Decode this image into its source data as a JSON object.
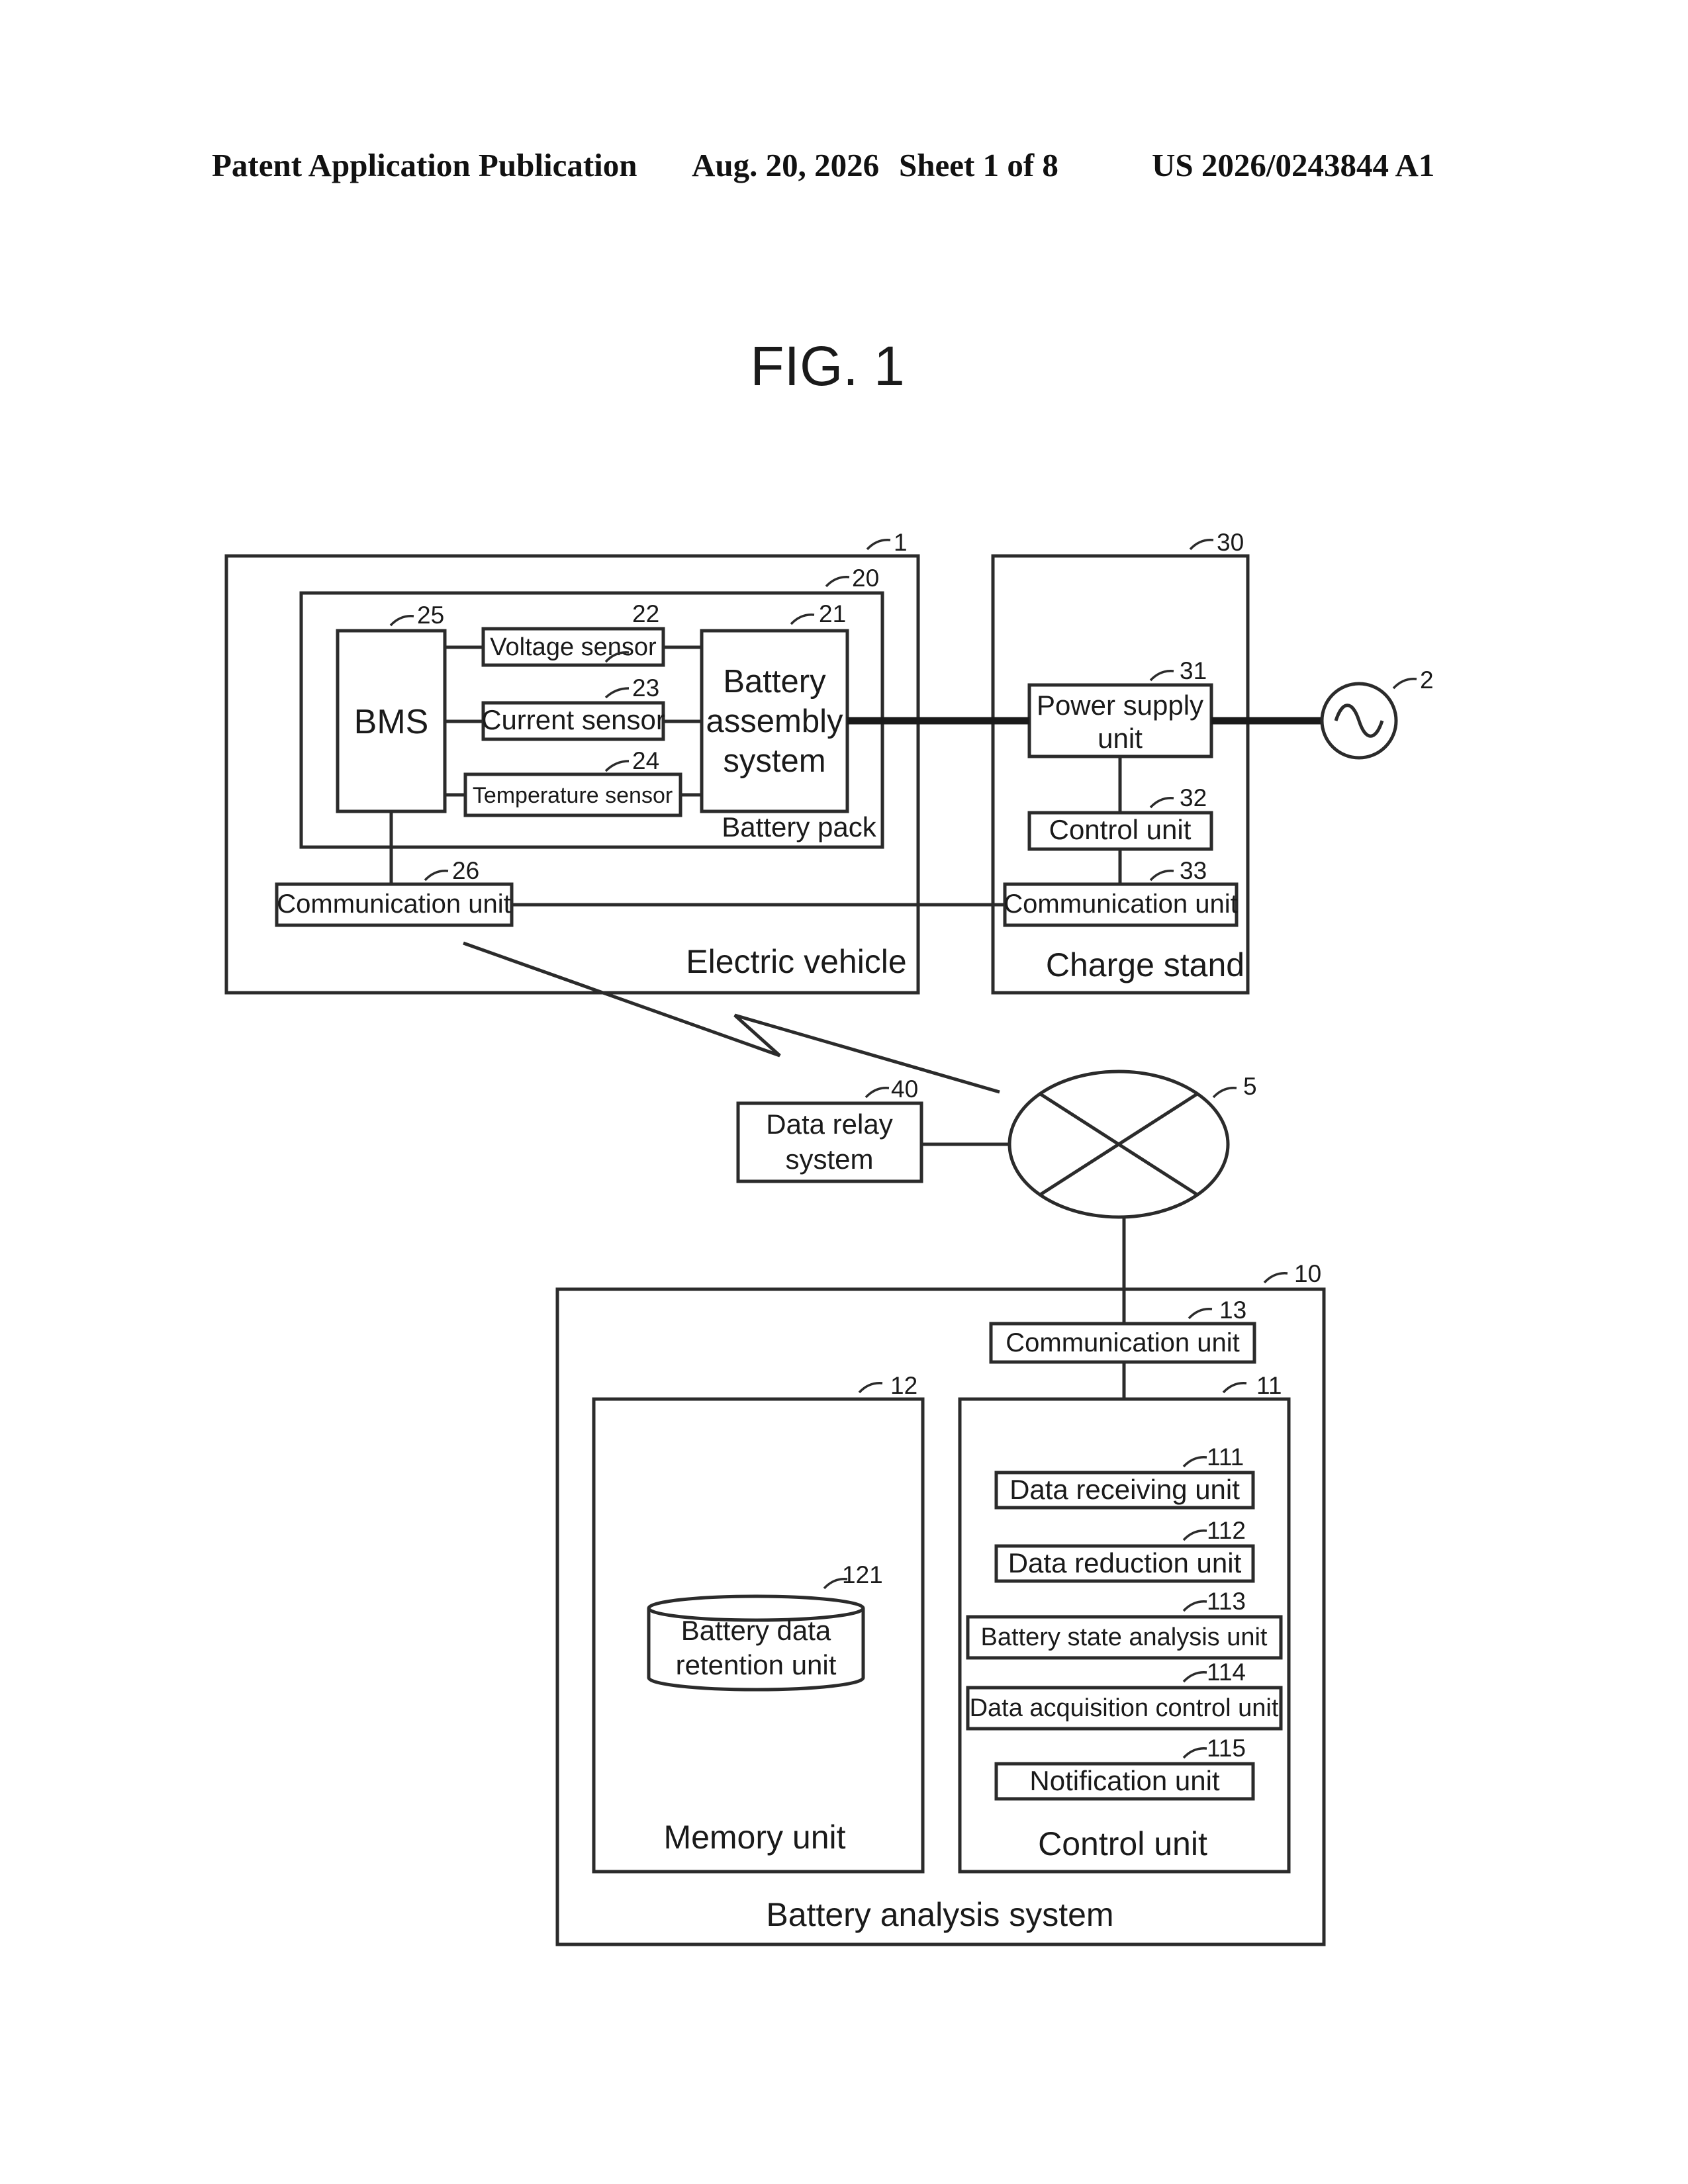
{
  "header": {
    "left": "Patent Application Publication",
    "date": "Aug. 20, 2026",
    "sheet": "Sheet 1 of 8",
    "number": "US 2026/0243844 A1"
  },
  "figure_title": "FIG. 1",
  "refs": {
    "r1": "1",
    "r2": "2",
    "r5": "5",
    "r10": "10",
    "r11": "11",
    "r12": "12",
    "r13": "13",
    "r20": "20",
    "r21": "21",
    "r22": "22",
    "r23": "23",
    "r24": "24",
    "r25": "25",
    "r26": "26",
    "r30": "30",
    "r31": "31",
    "r32": "32",
    "r33": "33",
    "r40": "40",
    "r111": "111",
    "r112": "112",
    "r113": "113",
    "r114": "114",
    "r115": "115",
    "r121": "121"
  },
  "labels": {
    "electric_vehicle": "Electric vehicle",
    "battery_pack": "Battery pack",
    "bms": "BMS",
    "voltage_sensor": "Voltage sensor",
    "current_sensor": "Current sensor",
    "temperature_sensor": "Temperature sensor",
    "battery_assembly_1": "Battery",
    "battery_assembly_2": "assembly",
    "battery_assembly_3": "system",
    "ev_comm_unit": "Communication unit",
    "charge_stand": "Charge stand",
    "power_supply_1": "Power supply",
    "power_supply_2": "unit",
    "cs_control_unit": "Control unit",
    "cs_comm_unit": "Communication unit",
    "data_relay_1": "Data relay",
    "data_relay_2": "system",
    "battery_analysis_system": "Battery analysis system",
    "bas_comm_unit": "Communication unit",
    "memory_unit": "Memory unit",
    "battery_data_1": "Battery data",
    "battery_data_2": "retention unit",
    "control_unit": "Control unit",
    "data_receiving_unit": "Data receiving unit",
    "data_reduction_unit": "Data reduction unit",
    "battery_state_analysis_unit": "Battery state analysis unit",
    "data_acquisition_control_unit": "Data acquisition control unit",
    "notification_unit": "Notification unit"
  }
}
